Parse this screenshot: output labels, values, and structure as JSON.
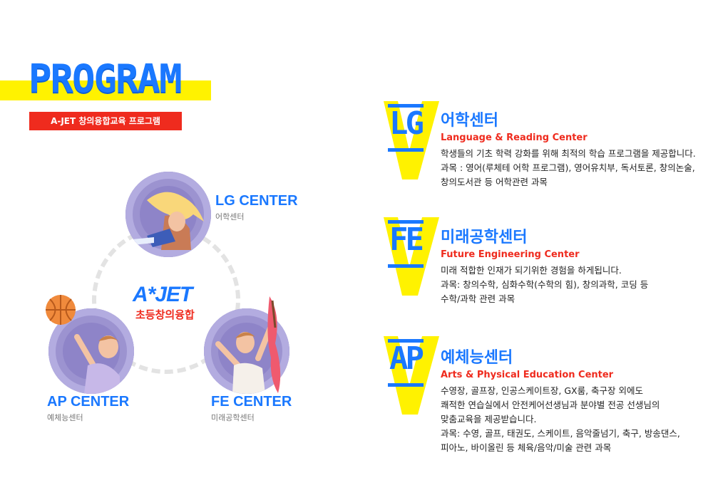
{
  "header": {
    "title": "PROGRAM",
    "subtitle": "A-JET  창의융합교육 프로그램"
  },
  "diagram": {
    "center_logo": "A*JET",
    "center_sub": "초등창의융합",
    "lg": {
      "name": "LG CENTER",
      "ko": "어학센터"
    },
    "ap": {
      "name": "AP CENTER",
      "ko": "예체능센터"
    },
    "fe": {
      "name": "FE CENTER",
      "ko": "미래공학센터"
    }
  },
  "programs": {
    "lg": {
      "code": "LG",
      "title": "어학센터",
      "en": "Language & Reading Center",
      "lines": [
        "학생들의 기초 학력 강화를 위해 최적의 학습 프로그램을 제공합니다.",
        "과목 : 영어(루체테 어학 프로그램), 영어유치부, 독서토론, 창의논술,",
        "창의도서관 등 어학관련 과목"
      ]
    },
    "fe": {
      "code": "FE",
      "title": "미래공학센터",
      "en": "Future Engineering Center",
      "lines": [
        "미래 적합한 인재가 되기위한 경험을 하게됩니다.",
        "과목: 창의수학, 심화수학(수학의 힘), 창의과학, 코딩 등",
        "수학/과학 관련 과목"
      ]
    },
    "ap": {
      "code": "AP",
      "title": "예체능센터",
      "en": "Arts & Physical Education Center",
      "lines": [
        "수영장, 골프장, 인공스케이트장, GX룸, 축구장 외에도",
        "쾌적한 연습실에서 안전케어선생님과 분야별 전공 선생님의",
        "맞춤교육을 제공받습니다.",
        "과목: 수영, 골프, 태권도, 스케이트, 음악줄넘기, 축구, 방송댄스,",
        "피아노, 바이올린 등 체육/음악/미술 관련 과목"
      ]
    }
  },
  "colors": {
    "accent_blue": "#1a78ff",
    "accent_red": "#ef2b1e",
    "highlight_yellow": "#fff200",
    "circle_purple": "#8e84c8"
  }
}
